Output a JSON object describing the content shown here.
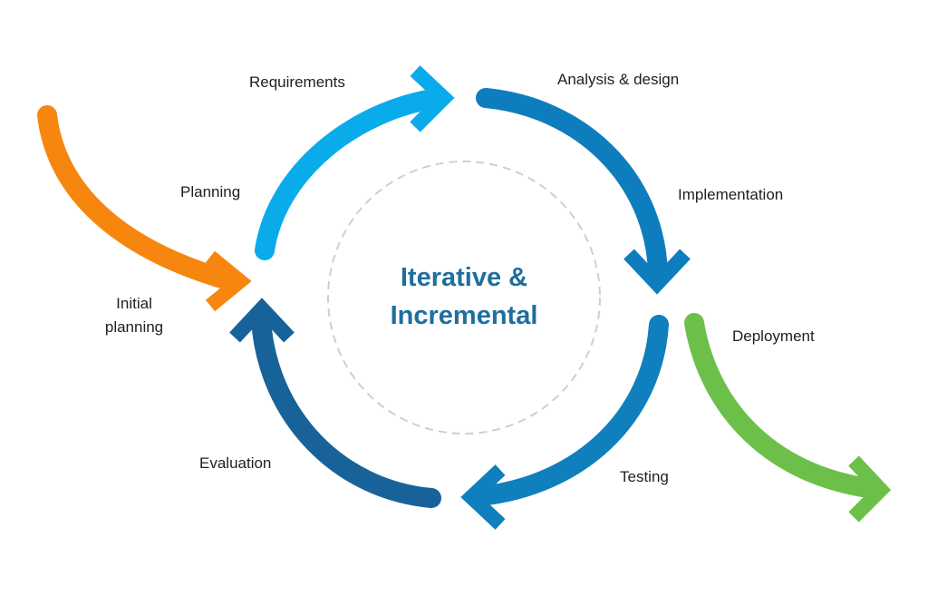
{
  "title": {
    "line1": "Iterative &",
    "line2": "Incremental"
  },
  "labels": {
    "requirements": "Requirements",
    "analysis_design": "Analysis & design",
    "implementation": "Implementation",
    "planning": "Planning",
    "initial_planning_line1": "Initial",
    "initial_planning_line2": "planning",
    "deployment": "Deployment",
    "evaluation": "Evaluation",
    "testing": "Testing"
  },
  "colors": {
    "initial_planning_arrow": "#f7860f",
    "planning_arrow": "#0aabea",
    "analysis_arrow": "#0e7dbd",
    "testing_arrow": "#0f7fbd",
    "evaluation_arrow": "#18629a",
    "deployment_arrow": "#6cc04a",
    "center_circle": "#cfcfcf",
    "title_text": "#1e6e9e"
  }
}
